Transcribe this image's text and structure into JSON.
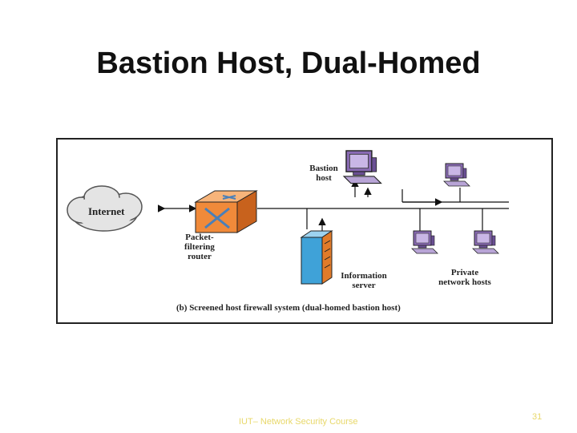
{
  "slide": {
    "title": "Bastion Host, Dual-Homed",
    "footer": "IUT– Network Security Course",
    "page_number": "31"
  },
  "diagram": {
    "internet_label": "Internet",
    "router_label": [
      "Packet-",
      "filtering",
      "router"
    ],
    "bastion_label": [
      "Bastion",
      "host"
    ],
    "info_server_label": [
      "Information",
      "server"
    ],
    "private_label": [
      "Private",
      "network hosts"
    ],
    "caption": "(b) Screened host firewall system (dual-homed bastion host)"
  },
  "colors": {
    "computer": "#8a6bb5",
    "router": "#f08a3a",
    "server": "#3fa2d8"
  }
}
